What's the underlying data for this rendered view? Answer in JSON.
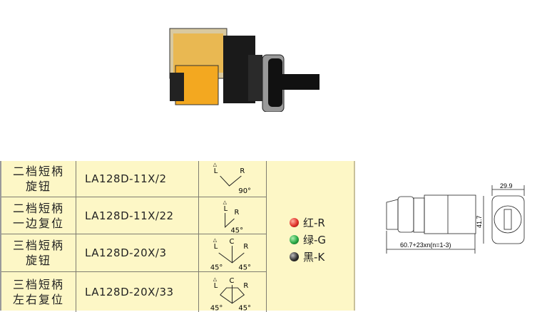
{
  "table": {
    "rows": [
      {
        "type_line1": "二档短柄",
        "type_line2": "旋钮",
        "model": "LA128D-11X/2",
        "diagram": {
          "labels": [
            "L",
            "R"
          ],
          "angle": "90°"
        }
      },
      {
        "type_line1": "二档短柄",
        "type_line2": "一边复位",
        "model": "LA128D-11X/22",
        "diagram": {
          "labels": [
            "L",
            "R"
          ],
          "angle": "45°"
        }
      },
      {
        "type_line1": "三档短柄",
        "type_line2": "旋钮",
        "model": "LA128D-20X/3",
        "diagram": {
          "labels": [
            "L",
            "C",
            "R"
          ],
          "angle_left": "45°",
          "angle_right": "45°"
        }
      },
      {
        "type_line1": "三档短柄",
        "type_line2": "左右复位",
        "model": "LA128D-20X/33",
        "diagram": {
          "labels": [
            "L",
            "C",
            "R"
          ],
          "angle_left": "45°",
          "angle_right": "45°"
        }
      }
    ],
    "colors": [
      {
        "label": "红-R",
        "color": "#e0322a"
      },
      {
        "label": "绿-G",
        "color": "#27a844"
      },
      {
        "label": "黑-K",
        "color": "#222222"
      }
    ]
  },
  "drawing": {
    "length_dim": "60.7+23xn(n=1-3)",
    "height_dim": "41.7",
    "width_dim": "29.9"
  }
}
